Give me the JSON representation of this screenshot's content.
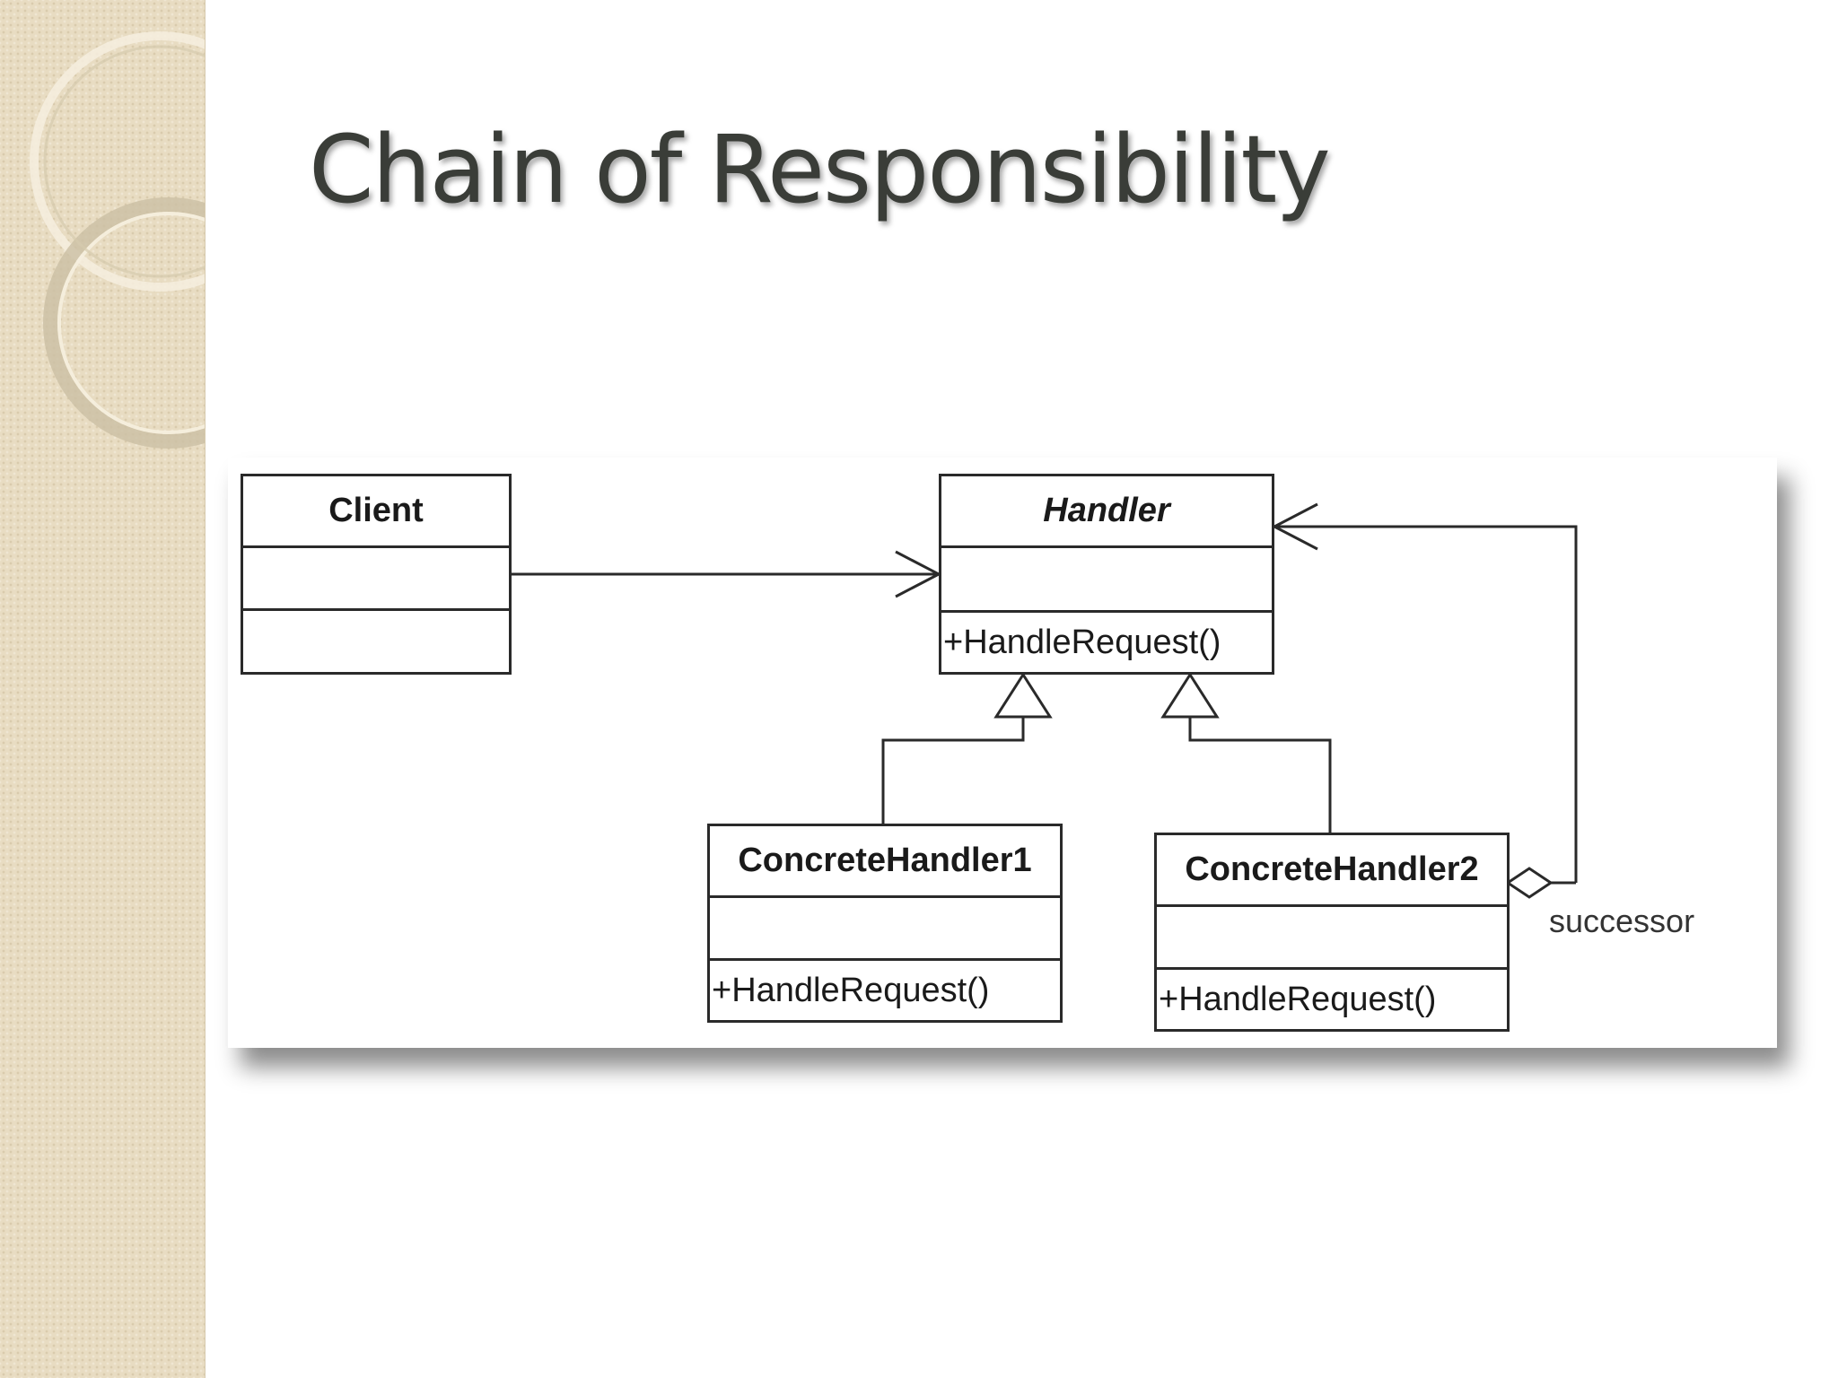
{
  "slide": {
    "title": "Chain of Responsibility"
  },
  "diagram": {
    "classes": [
      {
        "name": "Client",
        "operations": ""
      },
      {
        "name": "Handler",
        "operations": "+HandleRequest()"
      },
      {
        "name": "ConcreteHandler1",
        "operations": "+HandleRequest()"
      },
      {
        "name": "ConcreteHandler2",
        "operations": "+HandleRequest()"
      }
    ],
    "successor_label": "successor"
  },
  "colors": {
    "sidebar": "#e8dcc2",
    "title": "#3a3d38",
    "line": "#2a2a2a"
  }
}
